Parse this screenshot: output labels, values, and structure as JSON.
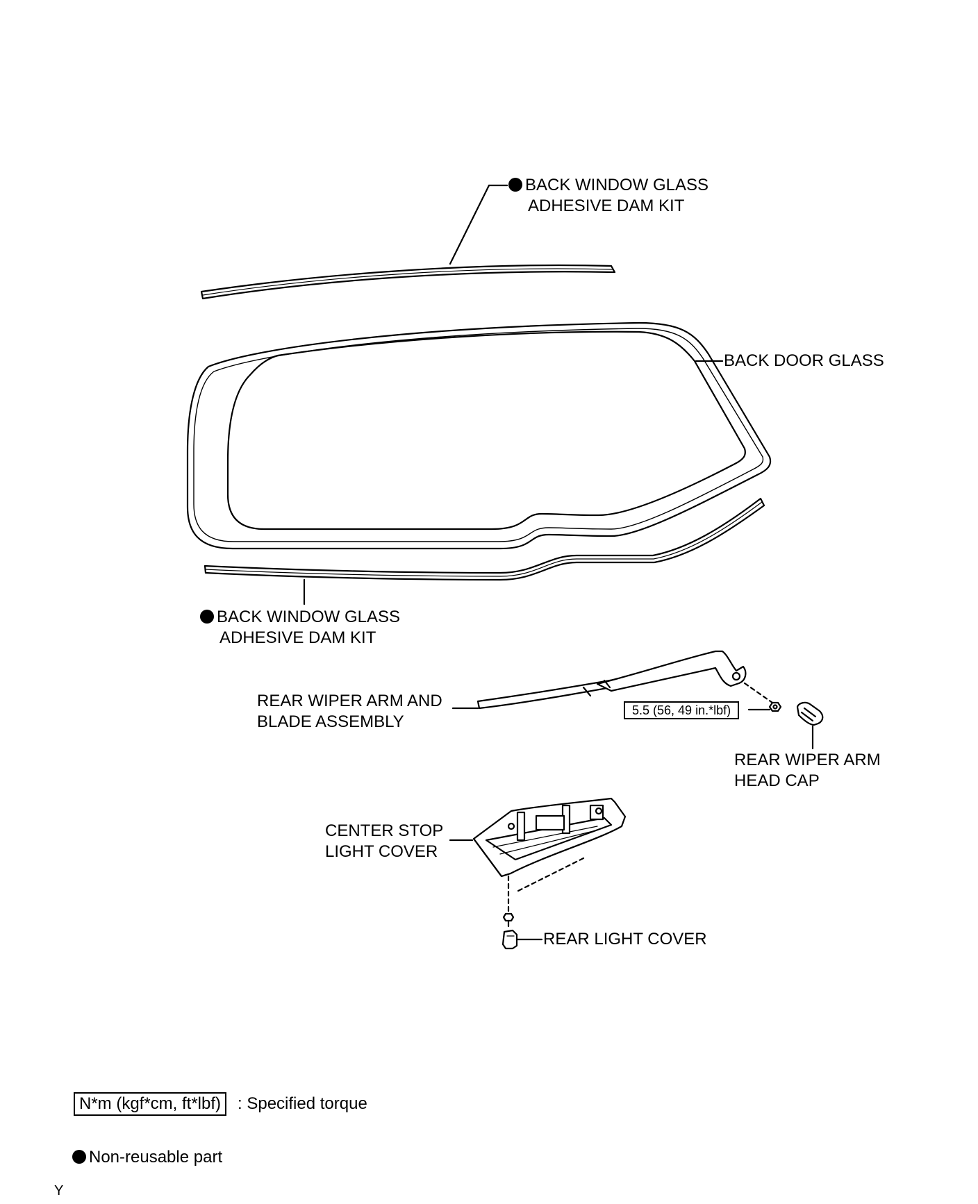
{
  "parts": {
    "dam_kit_upper": {
      "line1": "BACK WINDOW GLASS",
      "line2": "ADHESIVE DAM KIT"
    },
    "back_door_glass": "BACK DOOR GLASS",
    "dam_kit_lower": {
      "line1": "BACK WINDOW GLASS",
      "line2": "ADHESIVE DAM KIT"
    },
    "wiper_arm": {
      "line1": "REAR WIPER ARM AND",
      "line2": "BLADE ASSEMBLY"
    },
    "wiper_head_cap": {
      "line1": "REAR WIPER ARM",
      "line2": "HEAD CAP"
    },
    "center_stop_light_cover": {
      "line1": "CENTER STOP",
      "line2": "LIGHT COVER"
    },
    "rear_light_cover": "REAR LIGHT COVER"
  },
  "torque_spec": "5.5 (56, 49 in.*lbf)",
  "legend": {
    "torque_box": "N*m (kgf*cm, ft*lbf)",
    "torque_desc": ": Specified torque",
    "nonreusable": "Non-reusable part"
  },
  "footer_code": "Y"
}
